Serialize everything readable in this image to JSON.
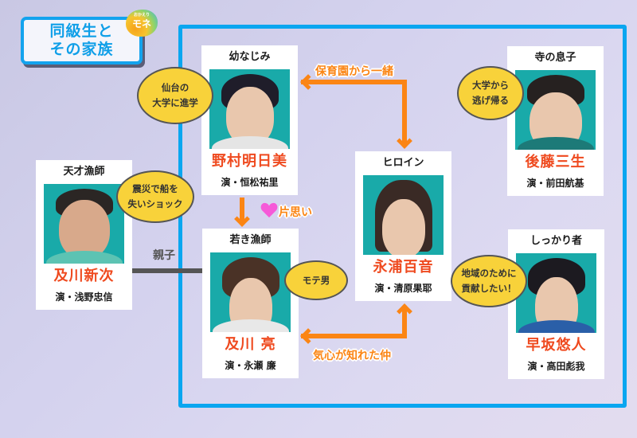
{
  "header": {
    "title_line1": "同級生と",
    "title_line2": "その家族",
    "logo_small": "おかえり",
    "logo_big": "モネ"
  },
  "colors": {
    "frame": "#0aa6f0",
    "arrow": "#fb8514",
    "name": "#ef4a1f",
    "bubble": "#f8d23a",
    "photo_bg": "#19aaa9",
    "heart": "#f65ad8"
  },
  "characters": [
    {
      "id": "asumi",
      "role": "幼なじみ",
      "name": "野村明日美",
      "actor": "演・恒松祐里",
      "bubble": "仙台の\n大学に進学"
    },
    {
      "id": "mitsuo",
      "role": "寺の息子",
      "name": "後藤三生",
      "actor": "演・前田航基",
      "bubble": "大学から\n逃げ帰る"
    },
    {
      "id": "shinji",
      "role": "天才漁師",
      "name": "及川新次",
      "actor": "演・浅野忠信",
      "bubble": "震災で船を\n失いショック"
    },
    {
      "id": "mone",
      "role": "ヒロイン",
      "name": "永浦百音",
      "actor": "演・清原果耶",
      "bubble": ""
    },
    {
      "id": "ryo",
      "role": "若き漁師",
      "name": "及川 亮",
      "actor": "演・永瀬 廉",
      "bubble": "モテ男"
    },
    {
      "id": "yuto",
      "role": "しっかり者",
      "name": "早坂悠人",
      "actor": "演・高田彪我",
      "bubble": "地域のために\n貢献したい！"
    }
  ],
  "relations": {
    "asumi_mone": "保育園から一緒",
    "asumi_ryo": "片思い",
    "ryo_mone": "気心が知れた仲",
    "shinji_ryo": "親子"
  }
}
